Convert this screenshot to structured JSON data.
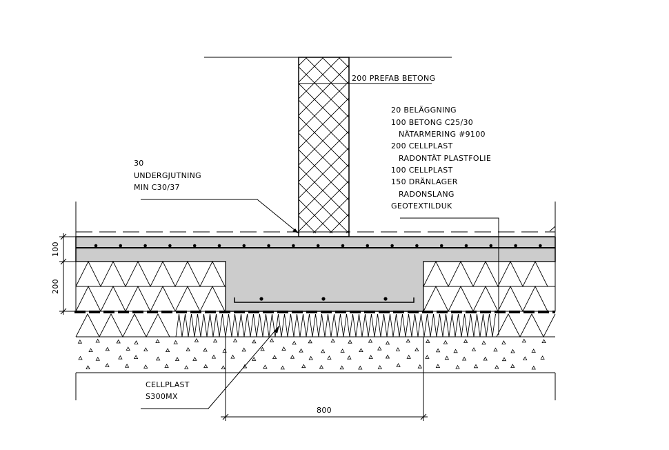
{
  "colors": {
    "ink": "#000000",
    "concrete_fill": "#cccccc",
    "background": "#ffffff"
  },
  "labels": {
    "wall": "200 PREFAB BETONG",
    "layers": [
      "20 BELÄGGNING",
      "100 BETONG C25/30",
      "NÄTARMERING #9100",
      "200 CELLPLAST",
      "RADONTÄT PLASTFOLIE",
      "100 CELLPLAST",
      "150 DRÄNLAGER",
      "RADONSLANG",
      "GEOTEXTILDUK"
    ],
    "grout": [
      "30",
      "UNDERGJUTNING",
      "MIN C30/37"
    ],
    "cellplast": [
      "CELLPLAST",
      "S300MX"
    ]
  },
  "dimensions": {
    "slab": "100",
    "insulation": "200",
    "footing_width": "800"
  }
}
